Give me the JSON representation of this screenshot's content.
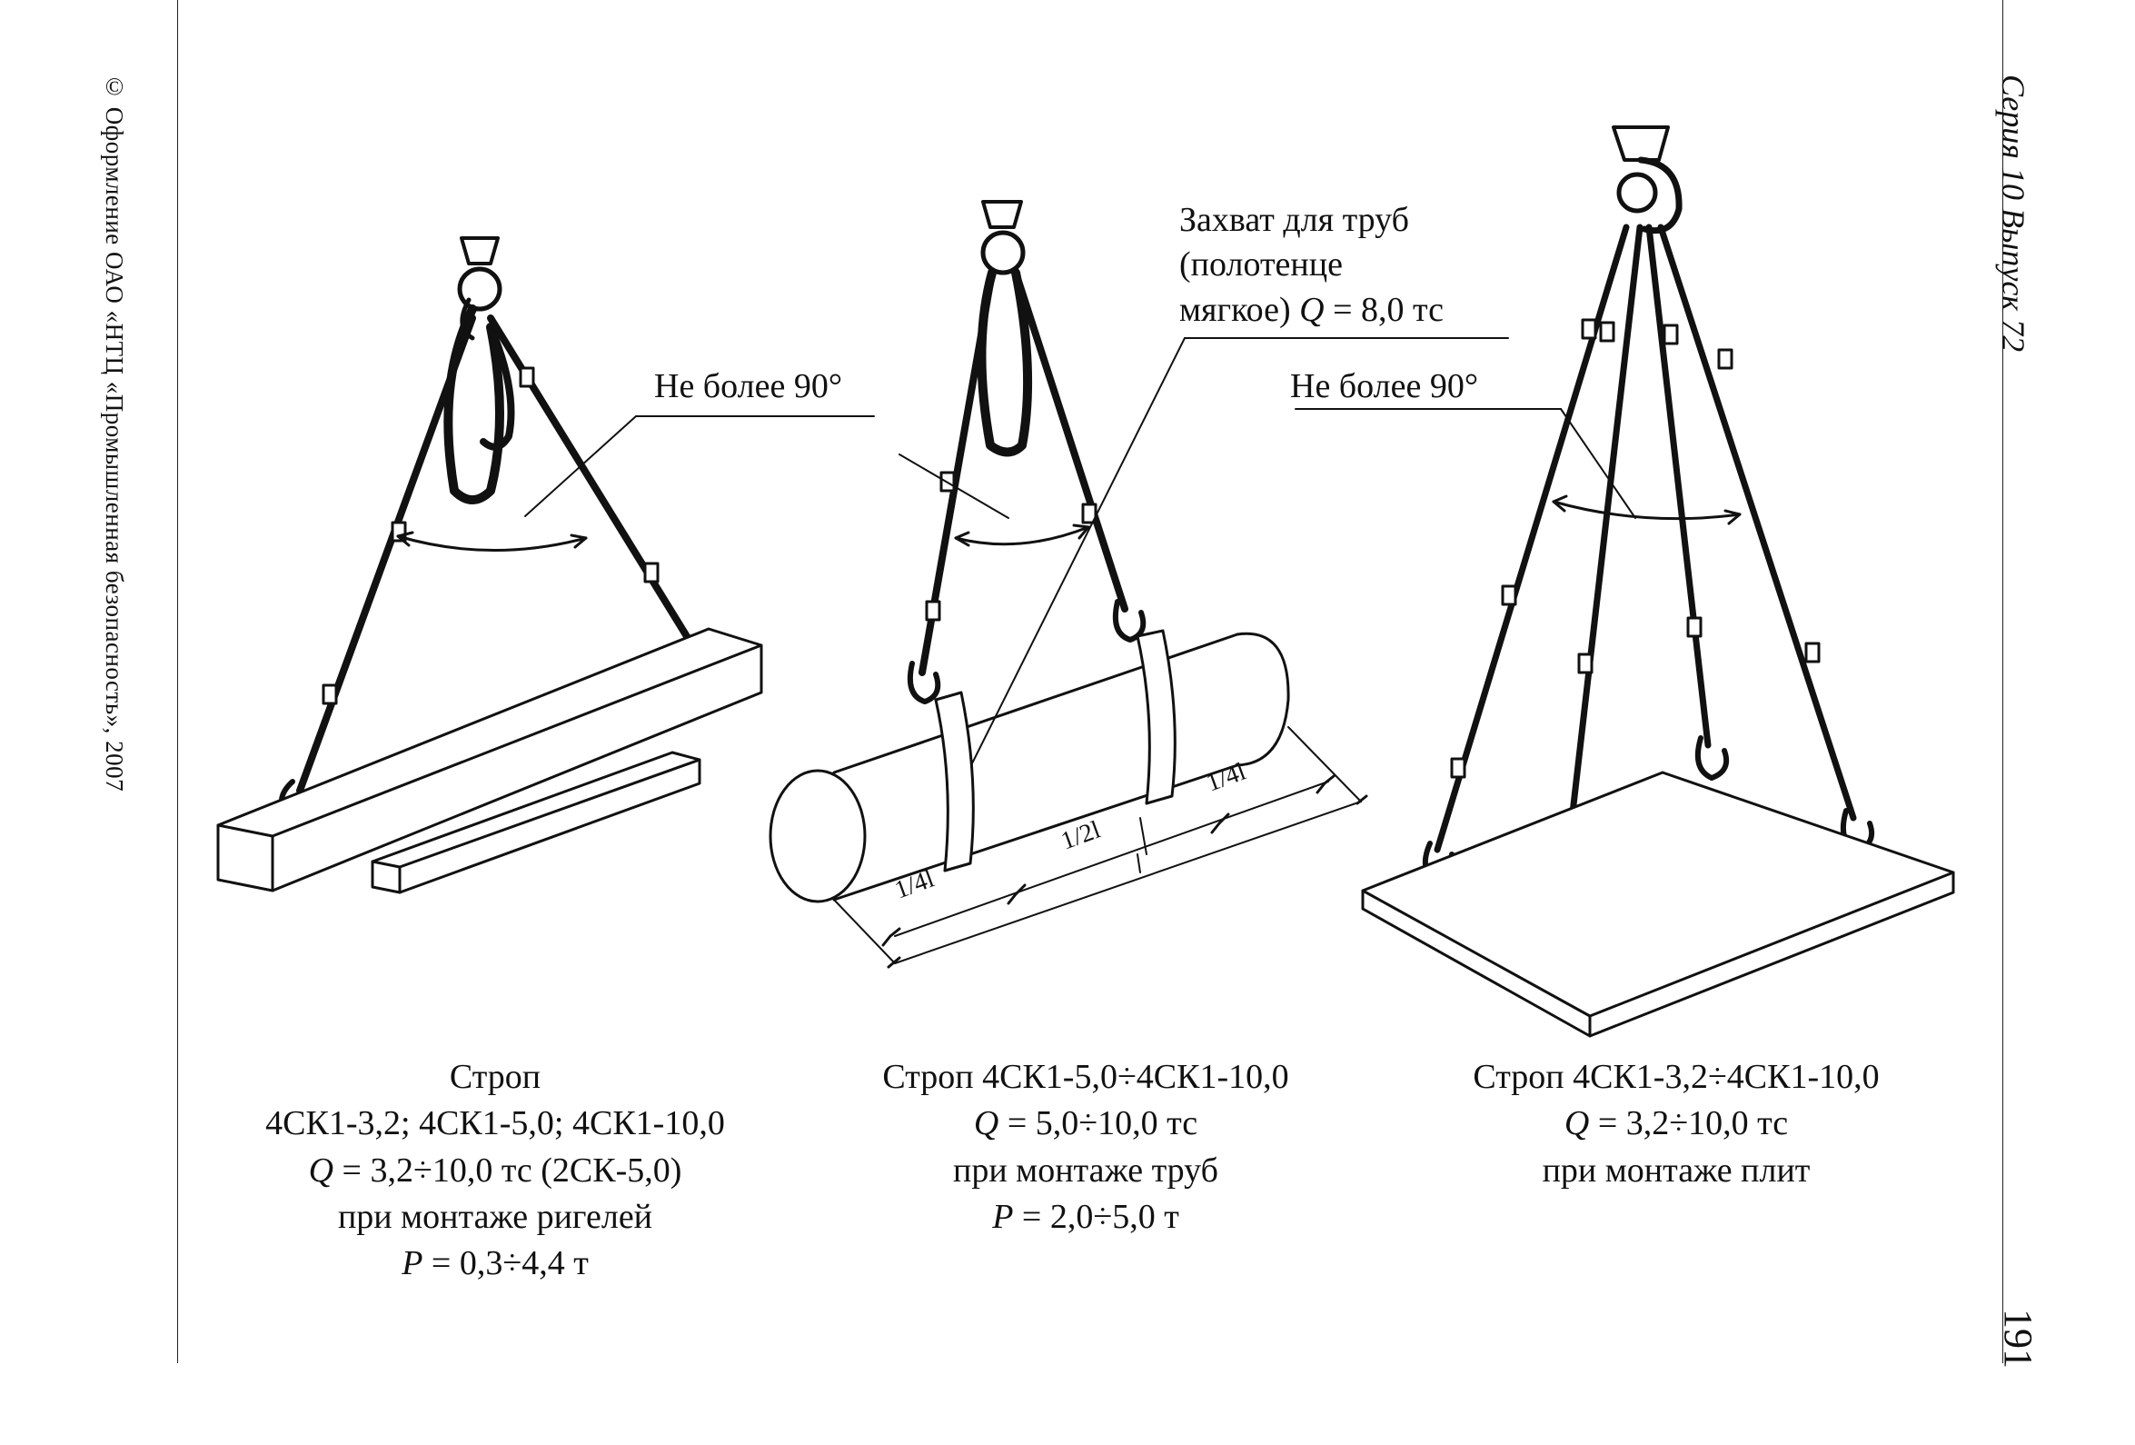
{
  "sidebar_left": {
    "copyright": "© Оформление ОАО «НТЦ «Промышленная безопасность», 2007"
  },
  "sidebar_right": {
    "series": "Серия 10 Выпуск 72",
    "page_number": "191"
  },
  "figure_1": {
    "angle_label": "Не более 90°",
    "caption": {
      "line1": "Строп",
      "line2": "4СК1-3,2; 4СК1-5,0; 4СК1-10,0",
      "line3_var": "Q",
      "line3_rest": " = 3,2÷10,0 тс (2СК-5,0)",
      "line4": "при монтаже ригелей",
      "line5_var": "P",
      "line5_rest": " = 0,3÷4,4 т"
    }
  },
  "figure_2": {
    "grip_label": {
      "line1": "Захват для труб",
      "line2": "(полотенце",
      "line3_a": "мягкое) ",
      "line3_var": "Q",
      "line3_rest": " =  8,0 тс"
    },
    "dimensions": {
      "quarter_left": "1/4l",
      "half": "1/2l",
      "quarter_right": "1/4l"
    },
    "caption": {
      "line1": "Строп 4СК1-5,0÷4СК1-10,0",
      "line2_var": "Q",
      "line2_rest": " = 5,0÷10,0 тс",
      "line3": "при монтаже труб",
      "line4_var": "P",
      "line4_rest": " = 2,0÷5,0 т"
    }
  },
  "figure_3": {
    "angle_label": "Не более 90°",
    "caption": {
      "line1": "Строп 4СК1-3,2÷4СК1-10,0",
      "line2_var": "Q",
      "line2_rest": " = 3,2÷10,0 тс",
      "line3": "при монтаже плит"
    }
  }
}
